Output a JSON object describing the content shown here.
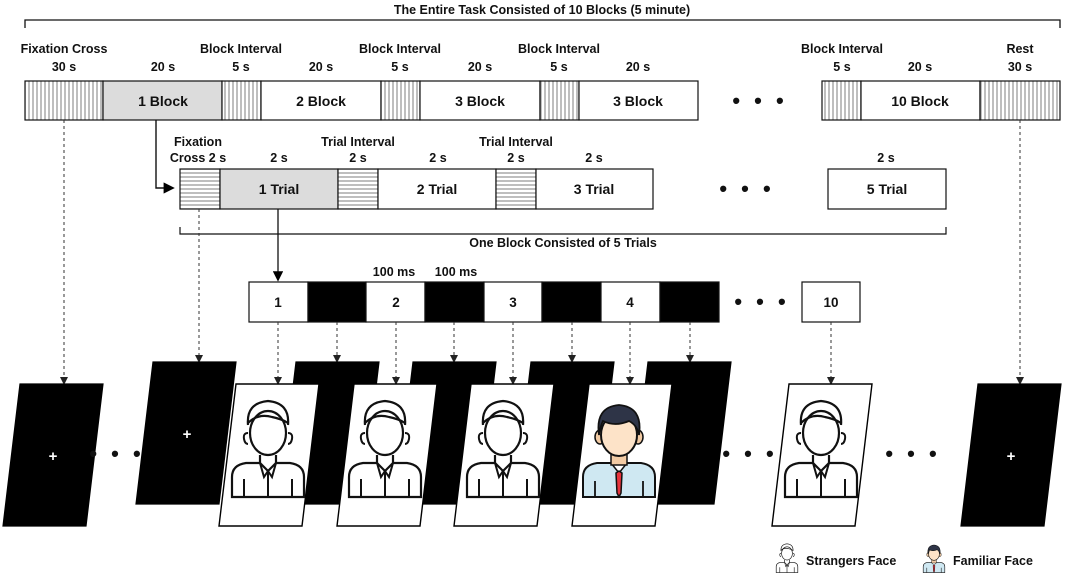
{
  "title": "The Entire Task Consisted of 10 Blocks (5 minute)",
  "block_row": {
    "fixation_label": "Fixation Cross",
    "fixation_dur": "30 s",
    "block_interval_label": "Block Interval",
    "interval_dur": "5 s",
    "block_dur": "20 s",
    "rest_label": "Rest",
    "rest_dur": "30 s",
    "blocks": [
      "1 Block",
      "2 Block",
      "3 Block",
      "3 Block",
      "10 Block"
    ],
    "ellipsis": "• • •"
  },
  "trial_row": {
    "fixation_label_line1": "Fixation",
    "fixation_label_line2": "Cross 2 s",
    "trial_interval_label": "Trial Interval",
    "interval_dur": "2 s",
    "trial_dur": "2 s",
    "trials": [
      "1 Trial",
      "2 Trial",
      "3 Trial",
      "5 Trial"
    ],
    "caption": "One Block Consisted of 5 Trials",
    "ellipsis": "• • •"
  },
  "stimulus_row": {
    "stim_dur": "100 ms",
    "isi_dur": "100 ms",
    "items": [
      "1",
      "2",
      "3",
      "4",
      "10"
    ],
    "ellipsis": "• • •"
  },
  "screens": {
    "fixation_symbol": "+",
    "ellipsis": "• • •"
  },
  "legend": {
    "strangers": "Strangers Face",
    "familiar": "Familiar Face"
  },
  "colors": {
    "shaded_block": "#dcdcdc",
    "stripe": "#9a9a9a",
    "black": "#000000",
    "skin": "#fde3c8",
    "hair": "#2e3447",
    "shirt": "#cfe8f2",
    "tie": "#e8333c"
  }
}
